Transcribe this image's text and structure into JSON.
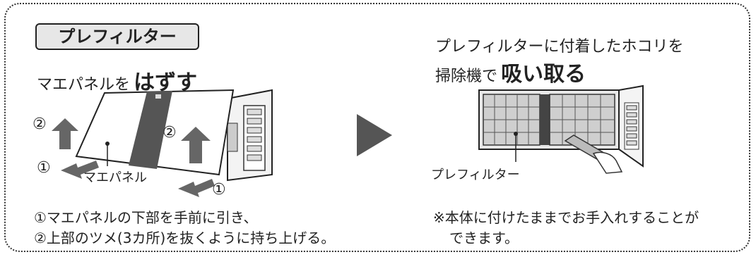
{
  "left": {
    "tag": "プレフィルター",
    "heading_small": "マエパネルを",
    "heading_big": "はずす",
    "panel_label": "マエパネル",
    "marker_1": "①",
    "marker_2": "②",
    "step1": "①マエパネルの下部を手前に引き、",
    "step2": "②上部のツメ(3カ所)を抜くように持ち上げる。"
  },
  "right": {
    "line1": "プレフィルターに付着したホコリを",
    "line2_small": "掃除機で",
    "line2_big": "吸い取る",
    "filter_label": "プレフィルター",
    "note_line1": "※本体に付けたままでお手入れすることが",
    "note_line2": "できます。"
  },
  "colors": {
    "arrow": "#666666",
    "triangle": "#555555",
    "tag_bg": "#e7e7e7"
  }
}
